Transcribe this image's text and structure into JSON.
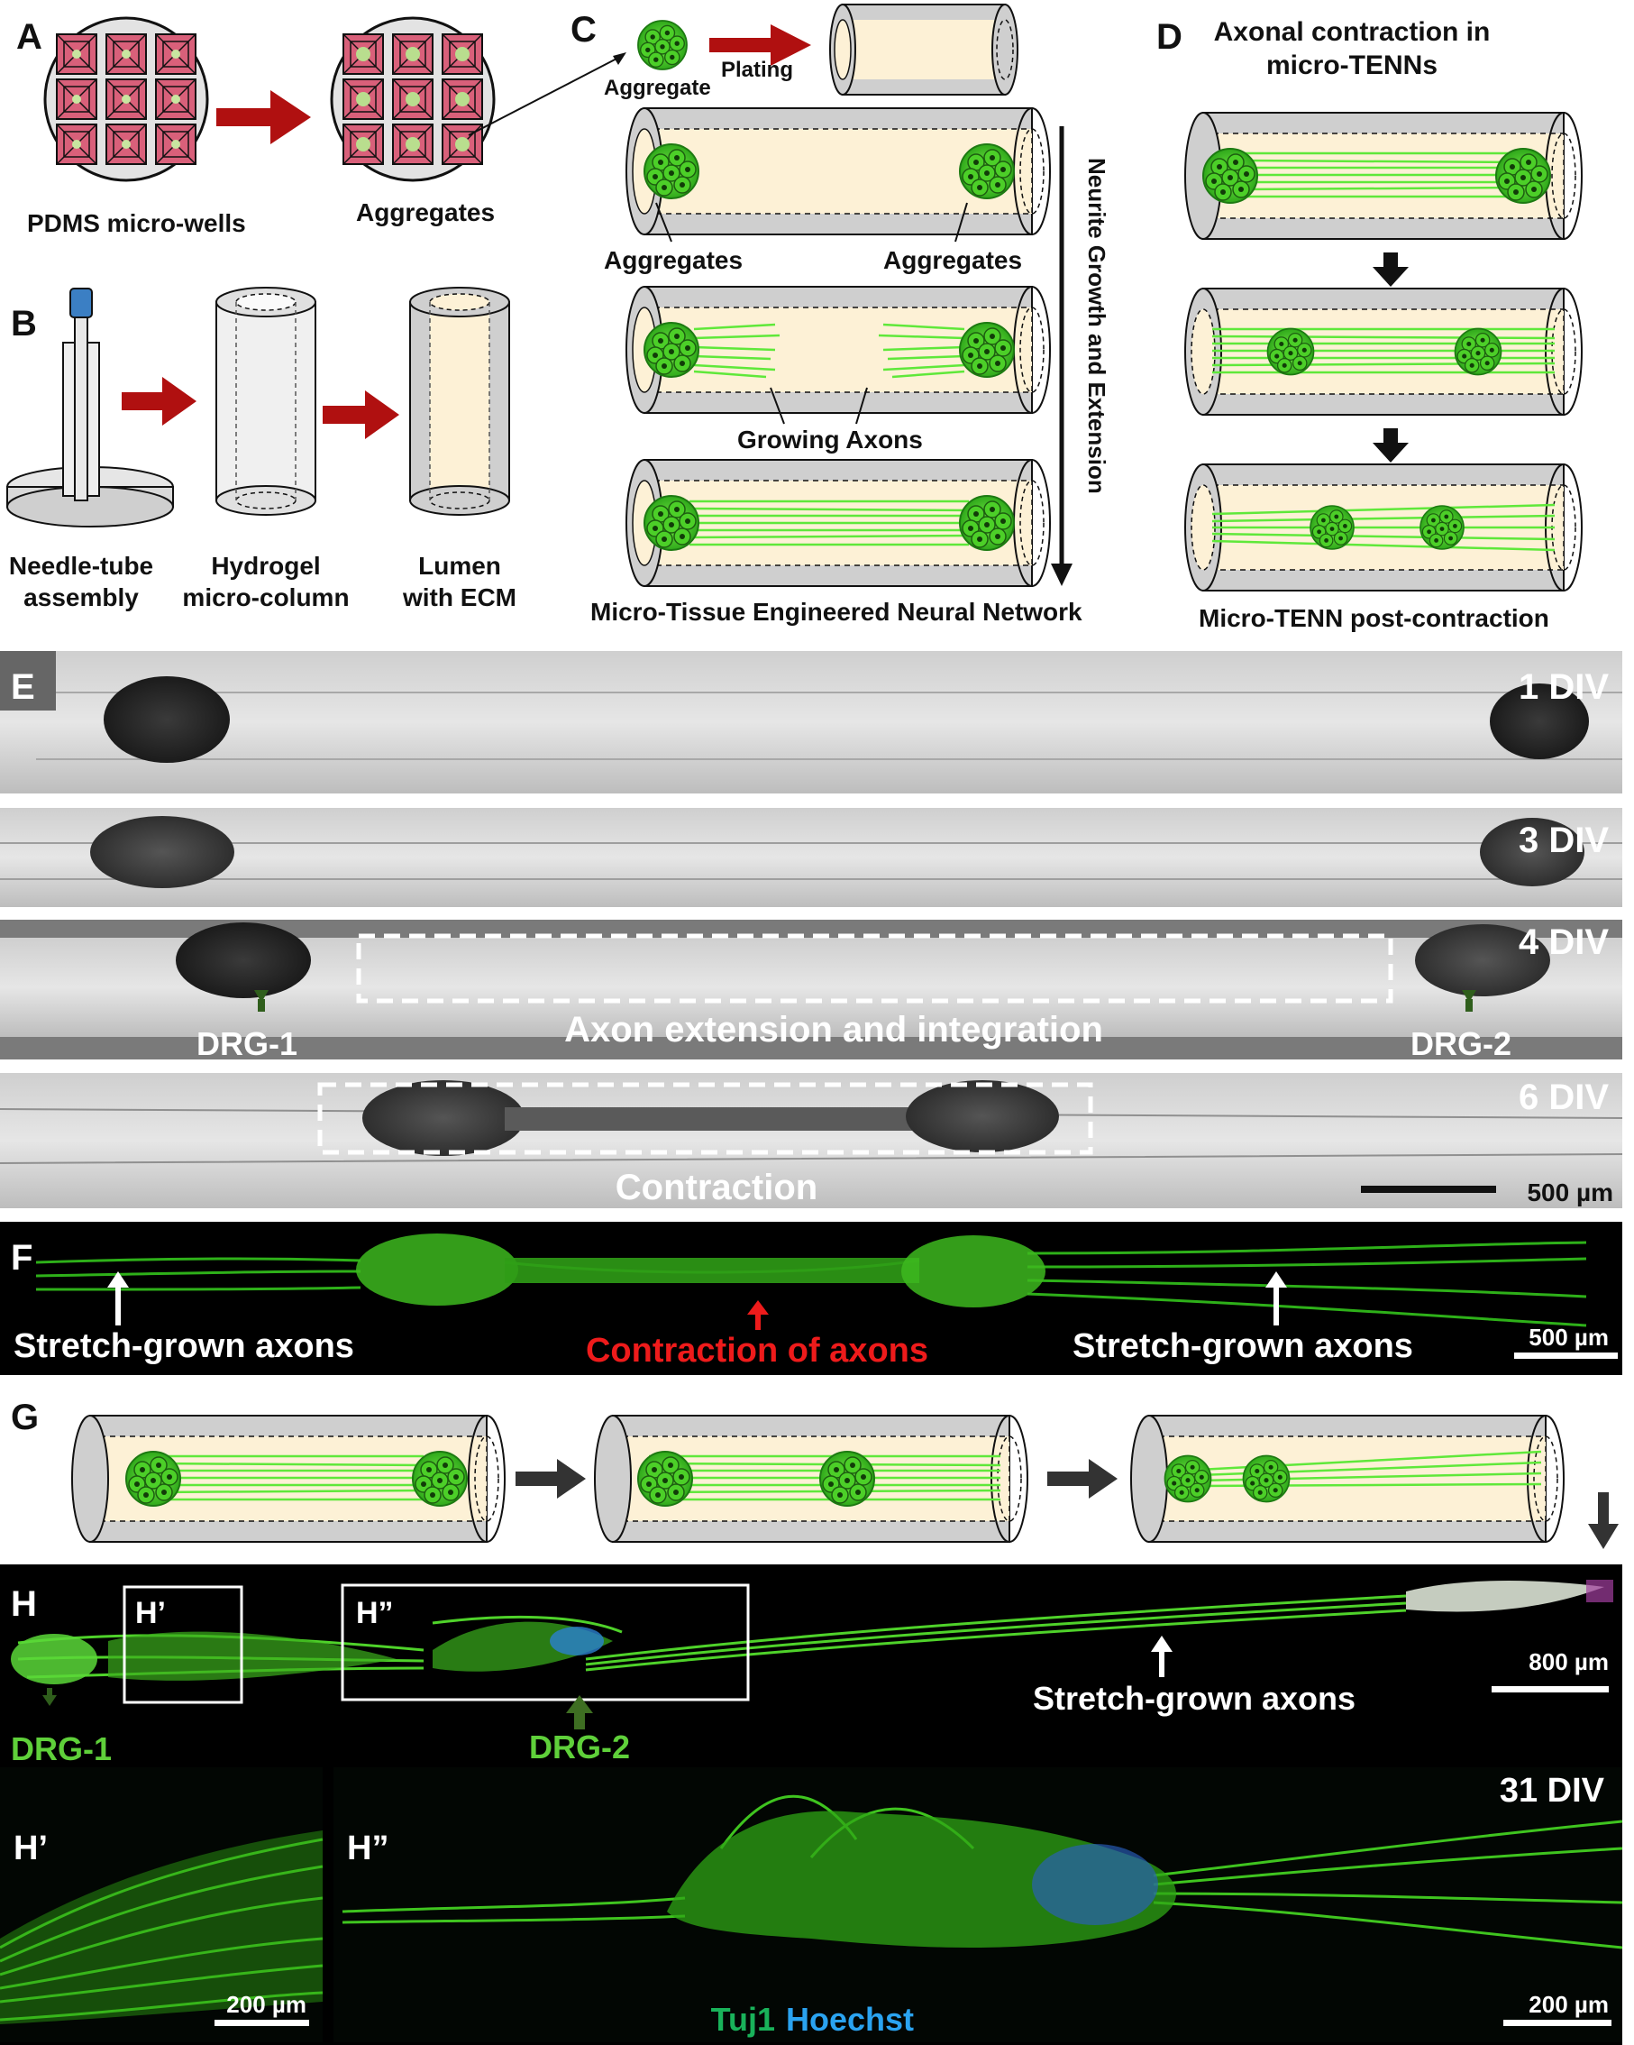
{
  "panels": {
    "a": {
      "letter": "A",
      "label_left": "PDMS micro-wells",
      "label_right": "Aggregates"
    },
    "b": {
      "letter": "B",
      "step1_l1": "Needle-tube",
      "step1_l2": "assembly",
      "step2_l1": "Hydrogel",
      "step2_l2": "micro-column",
      "step3_l1": "Lumen",
      "step3_l2": "with ECM"
    },
    "c": {
      "letter": "C",
      "aggregate": "Aggregate",
      "plating": "Plating",
      "agg_left": "Aggregates",
      "agg_right": "Aggregates",
      "growing": "Growing Axons",
      "vertical": "Neurite Growth and Extension",
      "footer": "Micro-Tissue Engineered Neural Network"
    },
    "d": {
      "letter": "D",
      "title_l1": "Axonal contraction in",
      "title_l2": "micro-TENNs",
      "footer": "Micro-TENN post-contraction"
    },
    "e": {
      "letter": "E",
      "div1": "1 DIV",
      "div3": "3 DIV",
      "div4": "4 DIV",
      "div6": "6 DIV",
      "drg1": "DRG-1",
      "drg2": "DRG-2",
      "extension": "Axon extension and integration",
      "contraction": "Contraction",
      "scale": "500 µm"
    },
    "f": {
      "letter": "F",
      "left": "Stretch-grown axons",
      "center": "Contraction of axons",
      "right": "Stretch-grown axons",
      "scale": "500 µm"
    },
    "g": {
      "letter": "G"
    },
    "h": {
      "letter": "H",
      "inset1": "H’",
      "inset2": "H”",
      "scale_top": "800 µm",
      "stretch": "Stretch-grown axons",
      "drg1": "DRG-1",
      "drg2": "DRG-2",
      "div": "31 DIV",
      "scale_left": "200 µm",
      "scale_right": "200 µm",
      "stain1": "Tuj1",
      "stain2": "Hoechst"
    }
  },
  "colors": {
    "axon_green": "#5fe83a",
    "ecm": "#fdf1d6",
    "tube": "#c4c4c4",
    "arrow_red": "#b01010",
    "well_pink": "#d9607a",
    "hoechst_blue": "#2aa3f0",
    "label_green": "#5fd03a",
    "contraction_red": "#ee1b1b"
  }
}
